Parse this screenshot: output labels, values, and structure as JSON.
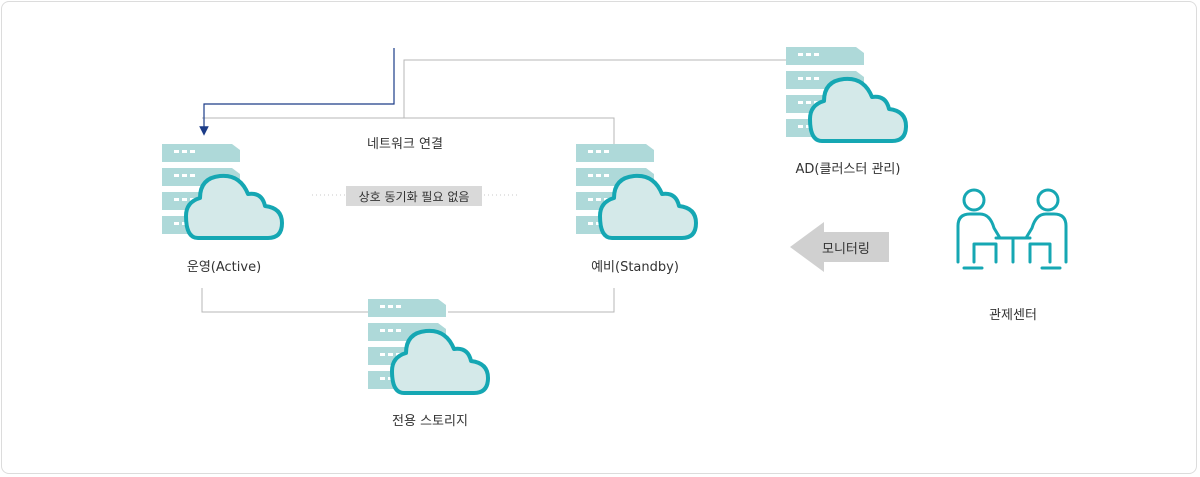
{
  "diagram": {
    "network_label": "네트워크 연결",
    "sync_note": "상호 동기화 필요 없음",
    "active_server": {
      "label": "운영(Active)"
    },
    "standby_server": {
      "label": "예비(Standby)"
    },
    "storage": {
      "label": "전용 스토리지"
    },
    "ad_server": {
      "label": "AD(클러스터 관리)"
    },
    "monitoring_arrow": {
      "label": "모니터링"
    },
    "control_center": {
      "label": "관제센터"
    },
    "colors": {
      "server_stripe": "#aed9d9",
      "cloud_fill": "#d4e9e9",
      "cloud_stroke": "#15a7b3",
      "connector_line": "#b7b7b7",
      "inbound_line": "#1c3c88",
      "arrow_fill": "#d0d0d0",
      "icon_teal": "#16a7b3"
    },
    "icons": [
      "server-cloud-icon",
      "meeting-people-icon",
      "arrow-left-icon"
    ]
  }
}
